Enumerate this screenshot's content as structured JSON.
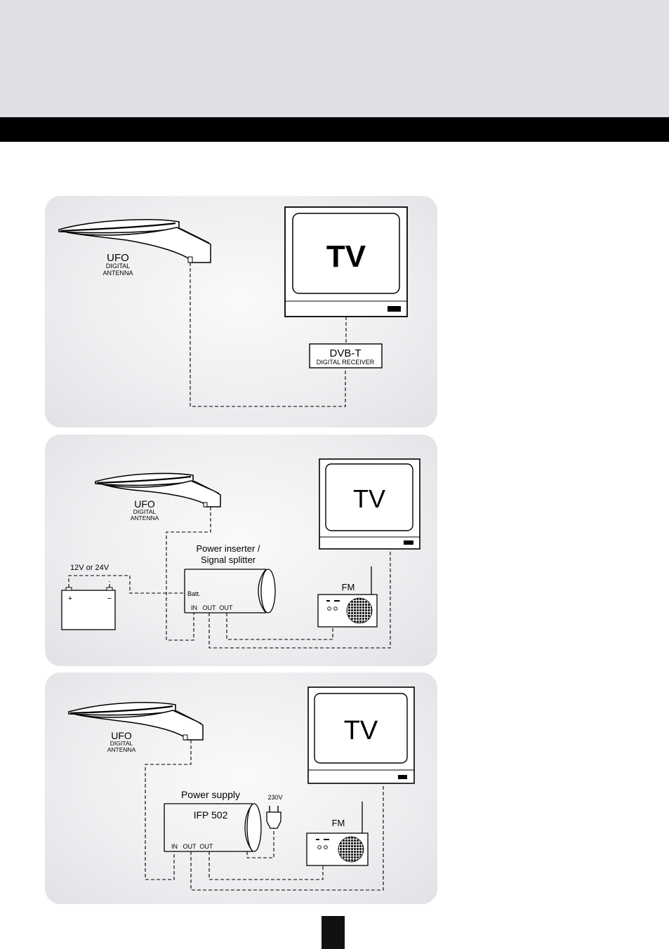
{
  "colors": {
    "header_band": "#dfe0e3",
    "header_bar": "#000000",
    "panel_bg": "#ececee"
  },
  "diagram_1": {
    "antenna": {
      "name": "UFO",
      "line1": "DIGITAL",
      "line2": "ANTENNA"
    },
    "tv_label": "TV",
    "receiver": {
      "name": "DVB-T",
      "subtitle": "DIGITAL RECEIVER"
    }
  },
  "diagram_2": {
    "antenna": {
      "name": "UFO",
      "line1": "DIGITAL",
      "line2": "ANTENNA"
    },
    "tv_label": "TV",
    "battery_voltage": "12V or 24V",
    "battery_plus": "+",
    "battery_minus": "−",
    "inserter_title_1": "Power inserter /",
    "inserter_title_2": "Signal splitter",
    "batt_port": "Batt.",
    "ports": "IN   OUT  OUT",
    "fm_label": "FM"
  },
  "diagram_3": {
    "antenna": {
      "name": "UFO",
      "line1": "DIGITAL",
      "line2": "ANTENNA"
    },
    "tv_label": "TV",
    "supply_title": "Power supply",
    "model": "IFP 502",
    "mains_voltage": "230V",
    "ports": "IN   OUT  OUT",
    "fm_label": "FM"
  }
}
